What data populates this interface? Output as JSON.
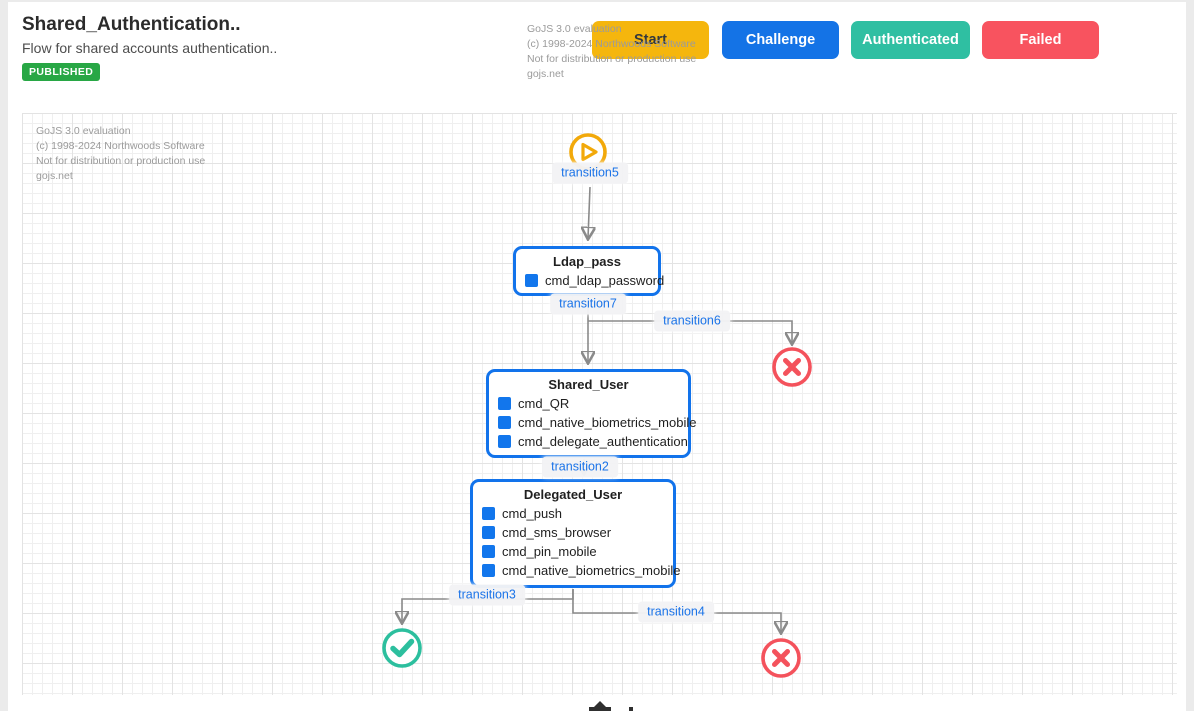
{
  "header": {
    "title": "Shared_Authentication..",
    "subtitle": "Flow for shared accounts authentication..",
    "status_badge": "PUBLISHED",
    "buttons": [
      {
        "label": "Start",
        "color": "#f5b60d"
      },
      {
        "label": "Challenge",
        "color": "#1473e6"
      },
      {
        "label": "Authenticated",
        "color": "#2fbfa2"
      },
      {
        "label": "Failed",
        "color": "#f8535f"
      }
    ]
  },
  "watermark": {
    "lines": [
      "GoJS 3.0 evaluation",
      "(c) 1998-2024 Northwoods Software",
      "Not for distribution or production use",
      "gojs.net"
    ]
  },
  "diagram": {
    "start_transition": {
      "label": "transition5",
      "icon": "play-circle-icon",
      "color": "#f2a90a"
    },
    "nodes": [
      {
        "title": "Ldap_pass",
        "commands": [
          "cmd_ldap_password"
        ]
      },
      {
        "title": "Shared_User",
        "commands": [
          "cmd_QR",
          "cmd_native_biometrics_mobile",
          "cmd_delegate_authentication"
        ]
      },
      {
        "title": "Delegated_User",
        "commands": [
          "cmd_push",
          "cmd_sms_browser",
          "cmd_pin_mobile",
          "cmd_native_biometrics_mobile"
        ]
      }
    ],
    "transition_labels": {
      "t5": "transition5",
      "t7": "transition7",
      "t6": "transition6",
      "t2": "transition2",
      "t3": "transition3",
      "t4": "transition4"
    },
    "outcomes": [
      {
        "type": "failed",
        "icon": "x-circle-icon",
        "color": "#f4525c"
      },
      {
        "type": "authenticated",
        "icon": "check-circle-icon",
        "color": "#2cbf9e"
      },
      {
        "type": "failed",
        "icon": "x-circle-icon",
        "color": "#f4525c"
      }
    ],
    "accent_colors": {
      "node_border": "#1273eb",
      "command_square": "#1276ec",
      "label_text": "#1a73e8",
      "link": "#8a8a8a"
    }
  }
}
